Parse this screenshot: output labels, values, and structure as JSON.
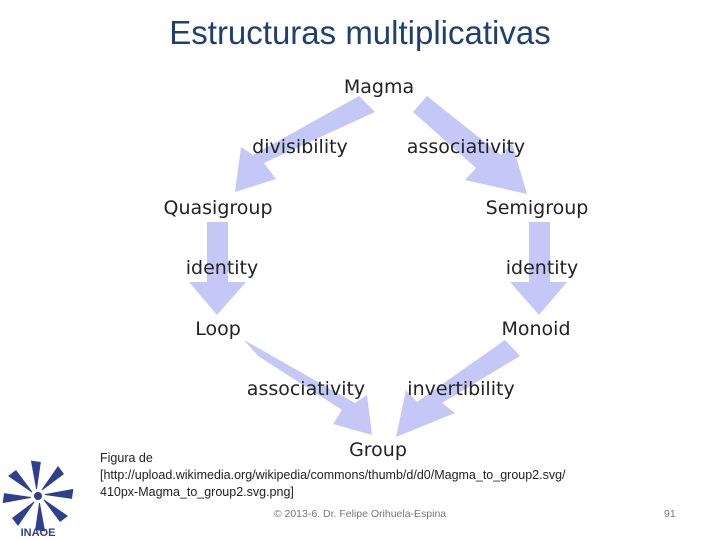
{
  "slide": {
    "title": "Estructuras multiplicativas",
    "caption_line1": "Figura de",
    "caption_line2": "[http://upload.wikimedia.org/wikipedia/commons/thumb/d/d0/Magma_to_group2.svg/",
    "caption_line3": "410px-Magma_to_group2.svg.png]",
    "footer": "© 2013-6. Dr. Felipe Orihuela-Espina",
    "page_number": "91",
    "logo_text": "INAOE"
  },
  "diagram": {
    "nodes": {
      "magma": "Magma",
      "quasigroup": "Quasigroup",
      "semigroup": "Semigroup",
      "loop": "Loop",
      "monoid": "Monoid",
      "group": "Group"
    },
    "edges": {
      "divisibility": "divisibility",
      "associativity_top": "associativity",
      "identity_left": "identity",
      "identity_right": "identity",
      "associativity_bottom": "associativity",
      "invertibility": "invertibility"
    },
    "arrow_color": "#c5c8f6"
  }
}
